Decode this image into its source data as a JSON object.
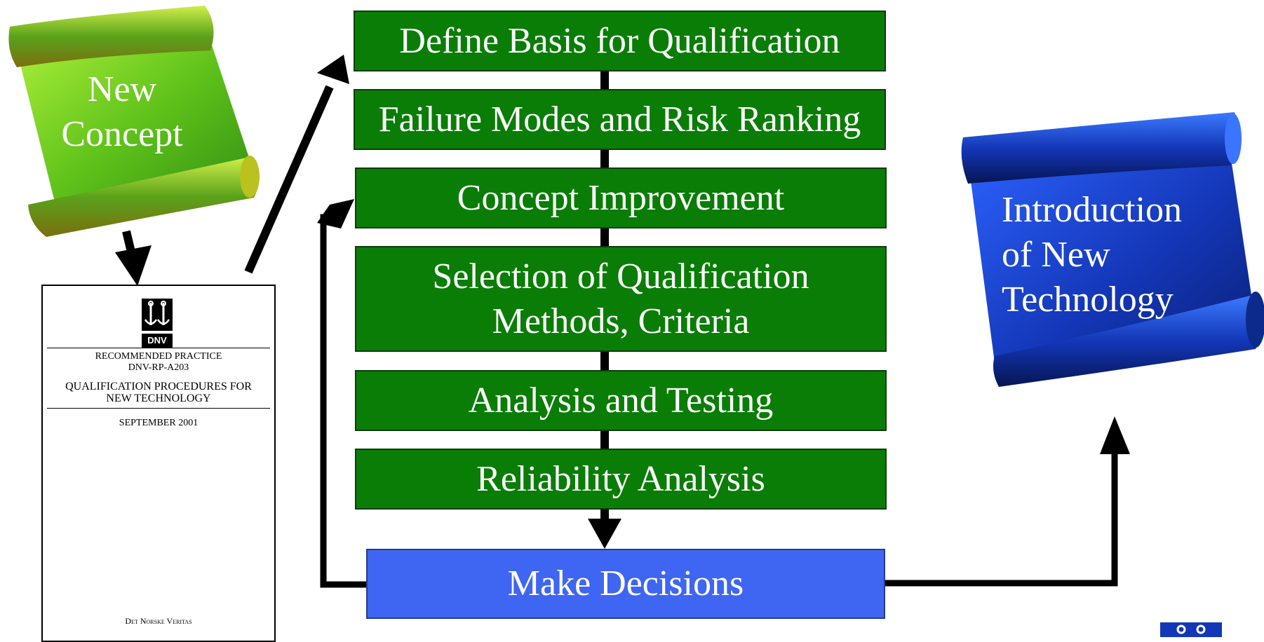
{
  "steps": {
    "define_basis": "Define Basis for Qualification",
    "failure_modes": "Failure Modes and Risk Ranking",
    "concept_improvement": "Concept Improvement",
    "selection": "Selection of Qualification\nMethods, Criteria",
    "analysis_testing": "Analysis and Testing",
    "reliability": "Reliability Analysis",
    "make_decisions": "Make Decisions"
  },
  "scrolls": {
    "new_concept": "New\nConcept",
    "introduction": "Introduction\nof New\nTechnology"
  },
  "document": {
    "logo_text": "DNV",
    "type": "RECOMMENDED PRACTICE",
    "code": "DNV-RP-A203",
    "title": "QUALIFICATION PROCEDURES FOR\nNEW TECHNOLOGY",
    "date": "SEPTEMBER 2001",
    "publisher": "Det Norske Veritas"
  },
  "colors": {
    "step_green": "#0a7d06",
    "decision_blue": "#3f66f2",
    "scroll_green": "#5fc21a",
    "scroll_blue": "#1437b8"
  },
  "icons": {
    "dnv_logo": "dnv-anchor-logo",
    "corner_logo": "dnv-corner-logo"
  }
}
